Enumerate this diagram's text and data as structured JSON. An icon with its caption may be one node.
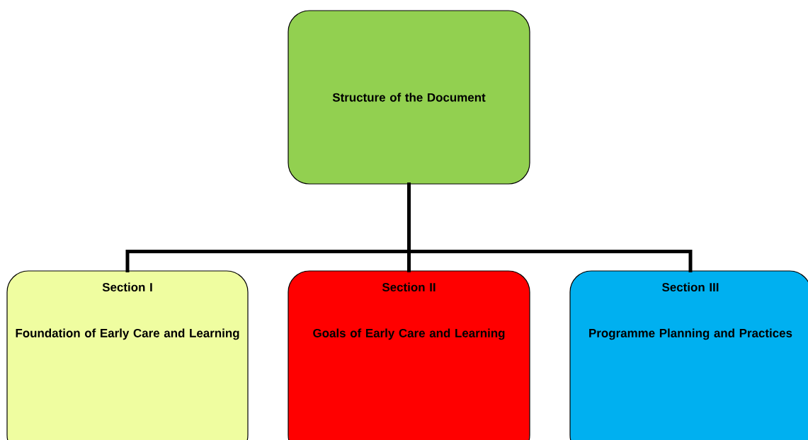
{
  "diagram": {
    "nodes": [
      {
        "text": [
          "Structure of the Document"
        ]
      },
      {
        "text": [
          "Section I",
          "Foundation of Early Care and Learning"
        ]
      },
      {
        "text": [
          "Section II",
          "Goals of Early Care and Learning"
        ]
      },
      {
        "text": [
          "Section III",
          "Programme Planning and Practices"
        ]
      }
    ],
    "edges": [
      {
        "from": 0,
        "to": 1,
        "arrow": "none"
      },
      {
        "from": 0,
        "to": 2,
        "arrow": "none"
      },
      {
        "from": 0,
        "to": 3,
        "arrow": "none"
      }
    ]
  }
}
